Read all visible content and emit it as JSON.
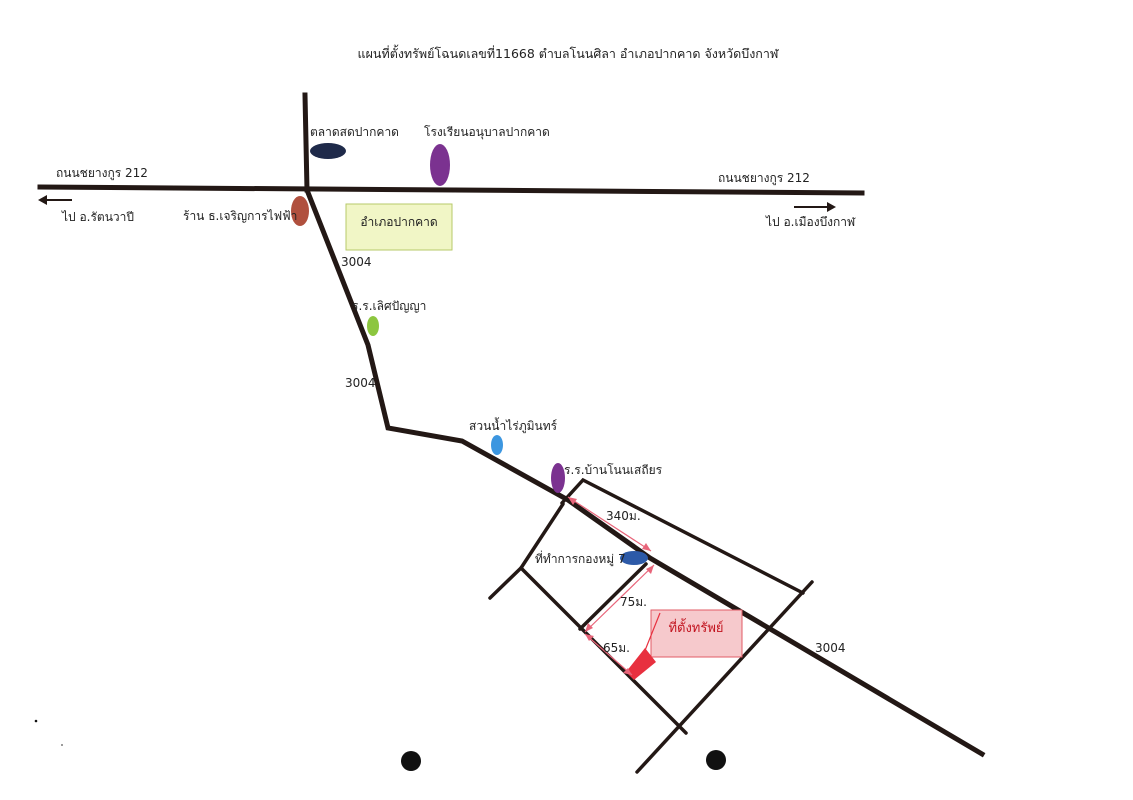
{
  "title": "แผนที่ตั้งทรัพย์โฉนดเลขที่11668 ตำบลโนนศิลา อำเภอปากคาด จังหวัดบึงกาฬ",
  "road_212_left": "ถนนชยางกูร 212",
  "road_212_right": "ถนนชยางกูร 212",
  "direction_left": "ไป อ.รัตนวาปี",
  "direction_right": "ไป อ.เมืองบึงกาฬ",
  "district_box": "อำเภอปากคาด",
  "road_3004_a": "3004",
  "road_3004_b": "3004",
  "road_3004_c": "3004",
  "landmarks": {
    "market": "ตลาดสดปากคาด",
    "kindergarten": "โรงเรียนอนุบาลปากคาด",
    "electric_shop": "ร้าน ธ.เจริญการไฟฟ้า",
    "school_loet": "ร.ร.เลิศปัญญา",
    "water_park": "สวนน้ำไร่ภูมินทร์",
    "school_non": "ร.ร.บ้านโนนเสถียร",
    "village_office": "ที่ทำการกองหมู่ 7"
  },
  "property_label": "ที่ตั้งทรัพย์",
  "distances": {
    "d340": "340ม.",
    "d75": "75ม.",
    "d65": "65ม."
  },
  "colors": {
    "road": "#231815",
    "market": "#1f2a4a",
    "kindergarten": "#7b3290",
    "electric_shop": "#b0503e",
    "school_loet": "#8cc63f",
    "water_park": "#3c96e0",
    "school_non": "#7b3290",
    "village_office": "#2d5aa8",
    "district_box_fill": "#f1f6c6",
    "district_box_border": "#b7c96a",
    "property_fill": "#f6c9cc",
    "property_border": "#e15b66",
    "property_marker": "#e8303f",
    "distance_line": "#e8657a"
  }
}
